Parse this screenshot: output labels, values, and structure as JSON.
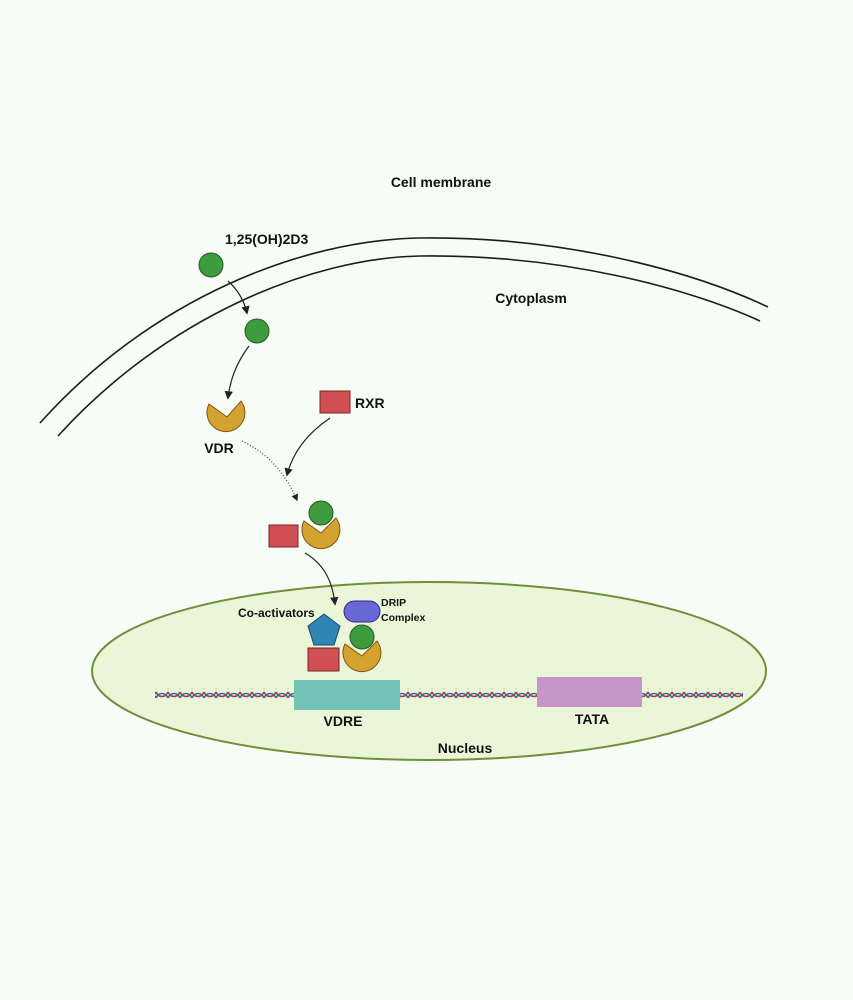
{
  "labels": {
    "cell_membrane": "Cell membrane",
    "ligand": "1,25(OH)2D3",
    "cytoplasm": "Cytoplasm",
    "rxr": "RXR",
    "vdr": "VDR",
    "coactivators": "Co-activators",
    "drip_line1": "DRIP",
    "drip_line2": "Complex",
    "vdre": "VDRE",
    "tata": "TATA",
    "nucleus": "Nucleus"
  },
  "colors": {
    "background": "#f7fcf7",
    "ligand": "#3e9b3e",
    "vdr": "#d4a22f",
    "rxr": "#d14f52",
    "coactivator": "#2f86b6",
    "drip": "#6a67d6",
    "nucleus_fill": "#ebf5d8",
    "nucleus_stroke": "#6f8f3a",
    "vdre": "#72c2b8",
    "tata": "#c596c8"
  }
}
